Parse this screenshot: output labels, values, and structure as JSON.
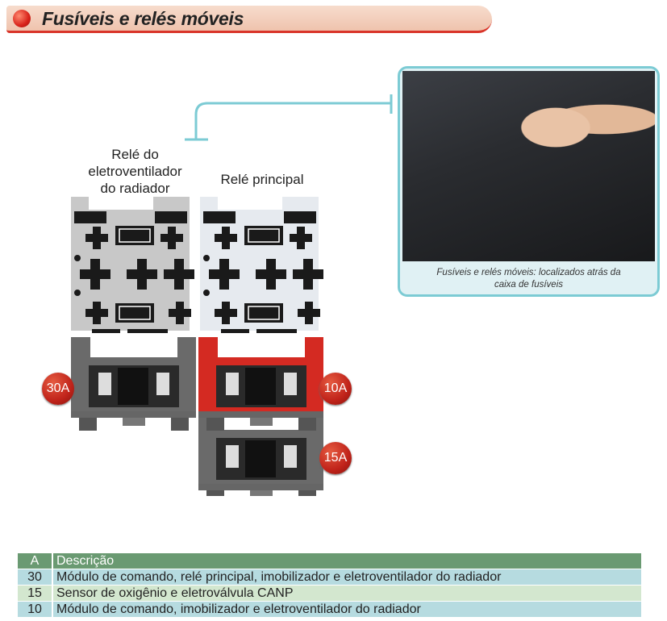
{
  "title": "Fusíveis e relés móveis",
  "labels": {
    "fan_relay": [
      "Relé do",
      "eletroventilador",
      "do radiador"
    ],
    "main_relay": "Relé principal"
  },
  "fuses": [
    {
      "rating": "30A",
      "color": "#555555"
    },
    {
      "rating": "10A",
      "color": "#d42a22"
    },
    {
      "rating": "15A",
      "color": "#555555"
    }
  ],
  "photo": {
    "caption_line1": "Fusíveis e relés móveis: localizados atrás da",
    "caption_line2": "caixa de fusíveis"
  },
  "table": {
    "headers": [
      "A",
      "Descrição"
    ],
    "rows": [
      {
        "a": "30",
        "desc": "Módulo de comando, relé principal, imobilizador e eletroventilador do radiador"
      },
      {
        "a": "15",
        "desc": "Sensor de oxigênio e eletroválvula CANP"
      },
      {
        "a": "10",
        "desc": "Módulo de comando, imobilizador e eletroventilador do radiador"
      }
    ]
  },
  "colors": {
    "accent": "#d9352a",
    "teal": "#7ccbd4",
    "table_header": "#6a9a72"
  }
}
